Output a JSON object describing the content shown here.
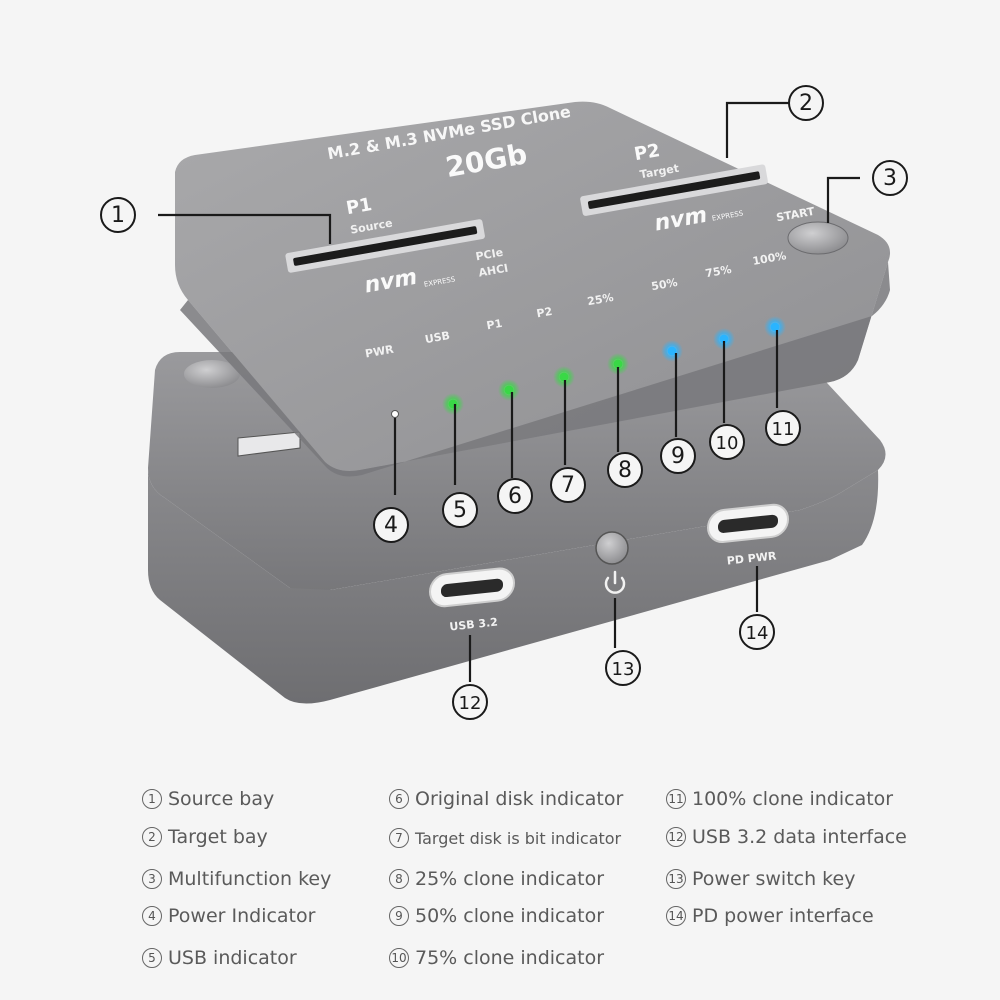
{
  "device": {
    "title": "M.2 & M.3 NVMe SSD Clone",
    "speed": "20Gb",
    "p1": {
      "label": "P1",
      "sub": "Source"
    },
    "p2": {
      "label": "P2",
      "sub": "Target"
    },
    "nvm_logo": "nvm",
    "nvm_express": "EXPRESS",
    "pcie": "PCIe",
    "ahci": "AHCI",
    "start_label": "START",
    "led_labels": [
      "PWR",
      "USB",
      "P1",
      "P2",
      "25%",
      "50%",
      "75%",
      "100%"
    ],
    "led_colors": [
      "#ffffff",
      "#39d846",
      "#39d846",
      "#39d846",
      "#39d846",
      "#2ab4ff",
      "#2ab4ff",
      "#2ab4ff"
    ],
    "usb_label": "USB 3.2",
    "pd_label": "PD PWR",
    "power_icon": "power-icon"
  },
  "callouts": [
    "1",
    "2",
    "3",
    "4",
    "5",
    "6",
    "7",
    "8",
    "9",
    "10",
    "11",
    "12",
    "13",
    "14"
  ],
  "legend": [
    {
      "num": "1",
      "text": "Source bay"
    },
    {
      "num": "2",
      "text": "Target bay"
    },
    {
      "num": "3",
      "text": "Multifunction key"
    },
    {
      "num": "4",
      "text": "Power Indicator"
    },
    {
      "num": "5",
      "text": "USB indicator"
    },
    {
      "num": "6",
      "text": "Original disk indicator"
    },
    {
      "num": "7",
      "text": "Target disk is bit indicator"
    },
    {
      "num": "8",
      "text": "25% clone indicator"
    },
    {
      "num": "9",
      "text": "50% clone indicator"
    },
    {
      "num": "10",
      "text": "75% clone indicator"
    },
    {
      "num": "11",
      "text": "100% clone indicator"
    },
    {
      "num": "12",
      "text": "USB 3.2 data interface"
    },
    {
      "num": "13",
      "text": "Power switch key"
    },
    {
      "num": "14",
      "text": "PD power interface"
    }
  ]
}
